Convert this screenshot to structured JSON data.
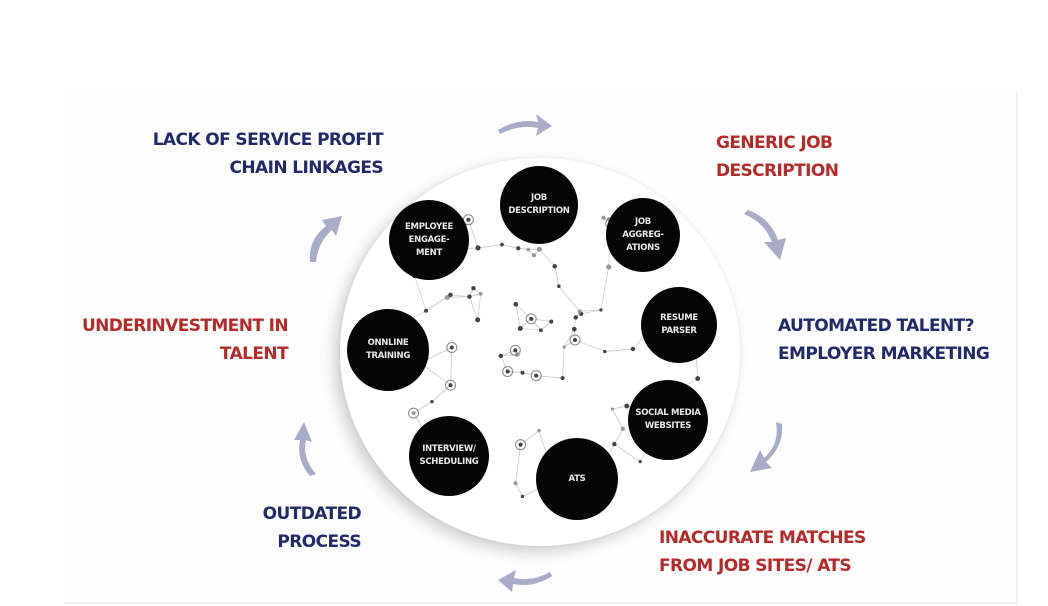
{
  "colors": {
    "problem_navy": "#232a6b",
    "problem_red": "#b52b2b",
    "node_fill": "#050505",
    "arrow": "#a9acc6"
  },
  "problems": [
    {
      "id": "lack-of-service-profit",
      "lines": [
        "LACK OF SERVICE PROFIT",
        "CHAIN LINKAGES"
      ],
      "color": "navy"
    },
    {
      "id": "generic-job-description",
      "lines": [
        "GENERIC JOB",
        "DESCRIPTION"
      ],
      "color": "red"
    },
    {
      "id": "automated-talent",
      "lines": [
        "AUTOMATED TALENT?",
        "EMPLOYER MARKETING"
      ],
      "color": "navy"
    },
    {
      "id": "inaccurate-matches",
      "lines": [
        "INACCURATE MATCHES",
        "FROM JOB SITES/ ATS"
      ],
      "color": "red"
    },
    {
      "id": "outdated-process",
      "lines": [
        "OUTDATED",
        "PROCESS"
      ],
      "color": "navy"
    },
    {
      "id": "underinvestment",
      "lines": [
        "UNDERINVESTMENT IN",
        "TALENT"
      ],
      "color": "red"
    }
  ],
  "nodes": [
    {
      "id": "job-description",
      "label": "JOB\nDESCRIPTION"
    },
    {
      "id": "job-aggregations",
      "label": "JOB\nAGGREG-\nATIONS"
    },
    {
      "id": "resume-parser",
      "label": "RESUME\nPARSER"
    },
    {
      "id": "social-media-websites",
      "label": "SOCIAL MEDIA\nWEBSITES"
    },
    {
      "id": "ats",
      "label": "ATS"
    },
    {
      "id": "interview-scheduling",
      "label": "INTERVIEW/\nSCHEDULING"
    },
    {
      "id": "online-training",
      "label": "ONNLINE\nTRAINING"
    },
    {
      "id": "employee-engagement",
      "label": "EMPLOYEE\nENGAGE-\nMENT"
    }
  ],
  "arrows": [
    {
      "id": "top",
      "direction": "clockwise"
    },
    {
      "id": "upper-right",
      "direction": "clockwise"
    },
    {
      "id": "lower-right",
      "direction": "clockwise"
    },
    {
      "id": "bottom",
      "direction": "clockwise"
    },
    {
      "id": "lower-left",
      "direction": "clockwise"
    },
    {
      "id": "upper-left",
      "direction": "clockwise"
    }
  ]
}
